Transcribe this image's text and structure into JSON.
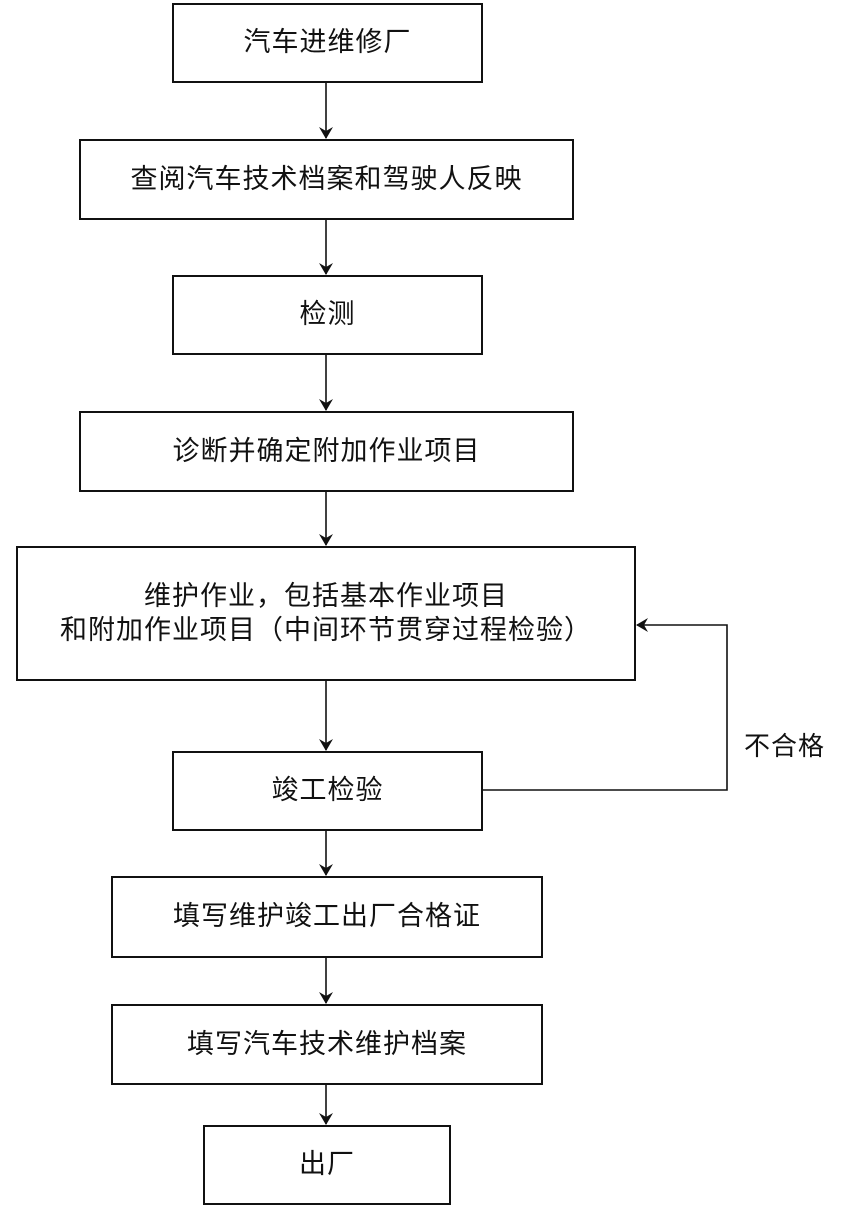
{
  "flowchart": {
    "steps": [
      {
        "id": "s1",
        "text": "汽车进维修厂"
      },
      {
        "id": "s2",
        "text": "查阅汽车技术档案和驾驶人反映"
      },
      {
        "id": "s3",
        "text": "检测"
      },
      {
        "id": "s4",
        "text": "诊断并确定附加作业项目"
      },
      {
        "id": "s5",
        "text_line1": "维护作业，包括基本作业项目",
        "text_line2": "和附加作业项目（中间环节贯穿过程检验）"
      },
      {
        "id": "s6",
        "text": "竣工检验"
      },
      {
        "id": "s7",
        "text": "填写维护竣工出厂合格证"
      },
      {
        "id": "s8",
        "text": "填写汽车技术维护档案"
      },
      {
        "id": "s9",
        "text": "出厂"
      }
    ],
    "feedback_label": "不合格"
  }
}
